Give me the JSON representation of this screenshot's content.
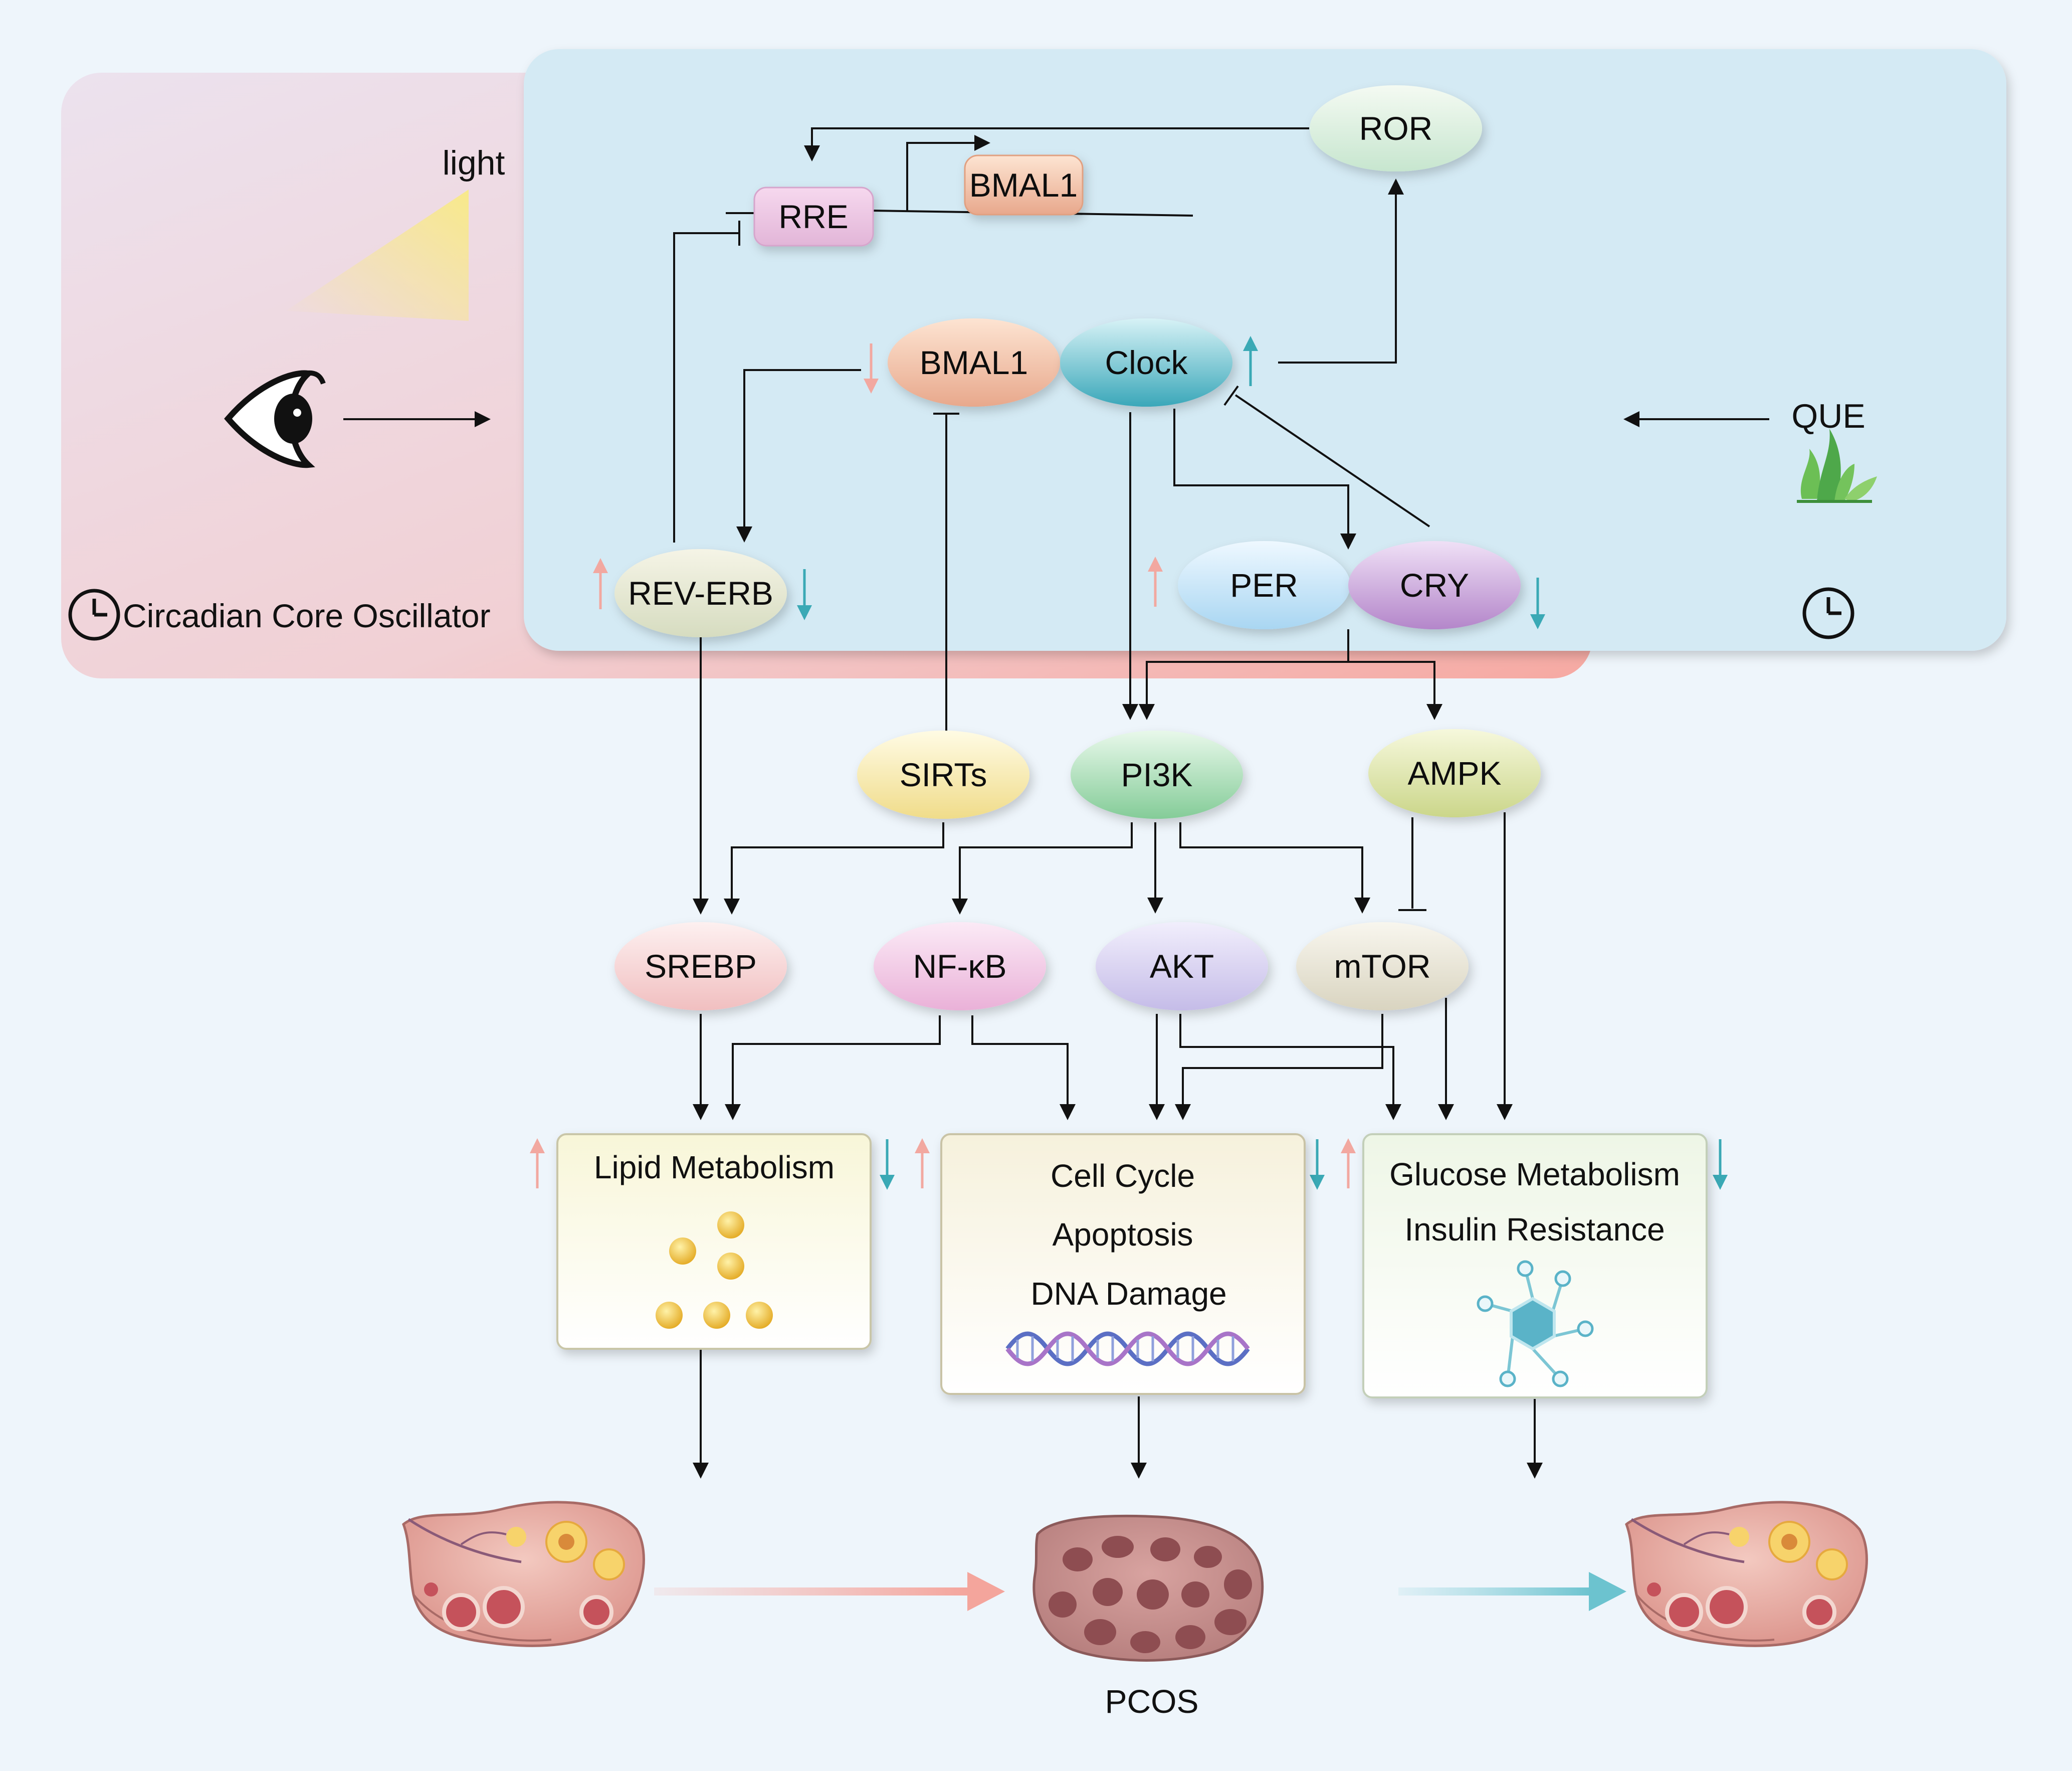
{
  "panel": {
    "left_title": "Circadian Core Oscillator",
    "light_label": "light",
    "que_label": "QUE"
  },
  "nodes": {
    "ror": "ROR",
    "rre": "RRE",
    "bmal1_top": "BMAL1",
    "bmal1": "BMAL1",
    "clock": "Clock",
    "rev_erb": "REV-ERB",
    "per": "PER",
    "cry": "CRY",
    "sirts": "SIRTs",
    "pi3k": "PI3K",
    "ampk": "AMPK",
    "srebp": "SREBP",
    "nfkb": "NF-κB",
    "akt": "AKT",
    "mtor": "mTOR"
  },
  "boxes": {
    "lipid": "Lipid Metabolism",
    "cell_cycle": "Cell Cycle",
    "apoptosis": "Apoptosis",
    "dna_damage": "DNA Damage",
    "glucose": "Glucose Metabolism",
    "insulin": "Insulin Resistance"
  },
  "outcome": {
    "pcos_label": "PCOS"
  },
  "colors": {
    "up_arrow": "#f2a8a0",
    "down_arrow": "#3aa9b5",
    "panel_blue": "#d4eaf4",
    "panel_pink": "#f4c8c8"
  }
}
